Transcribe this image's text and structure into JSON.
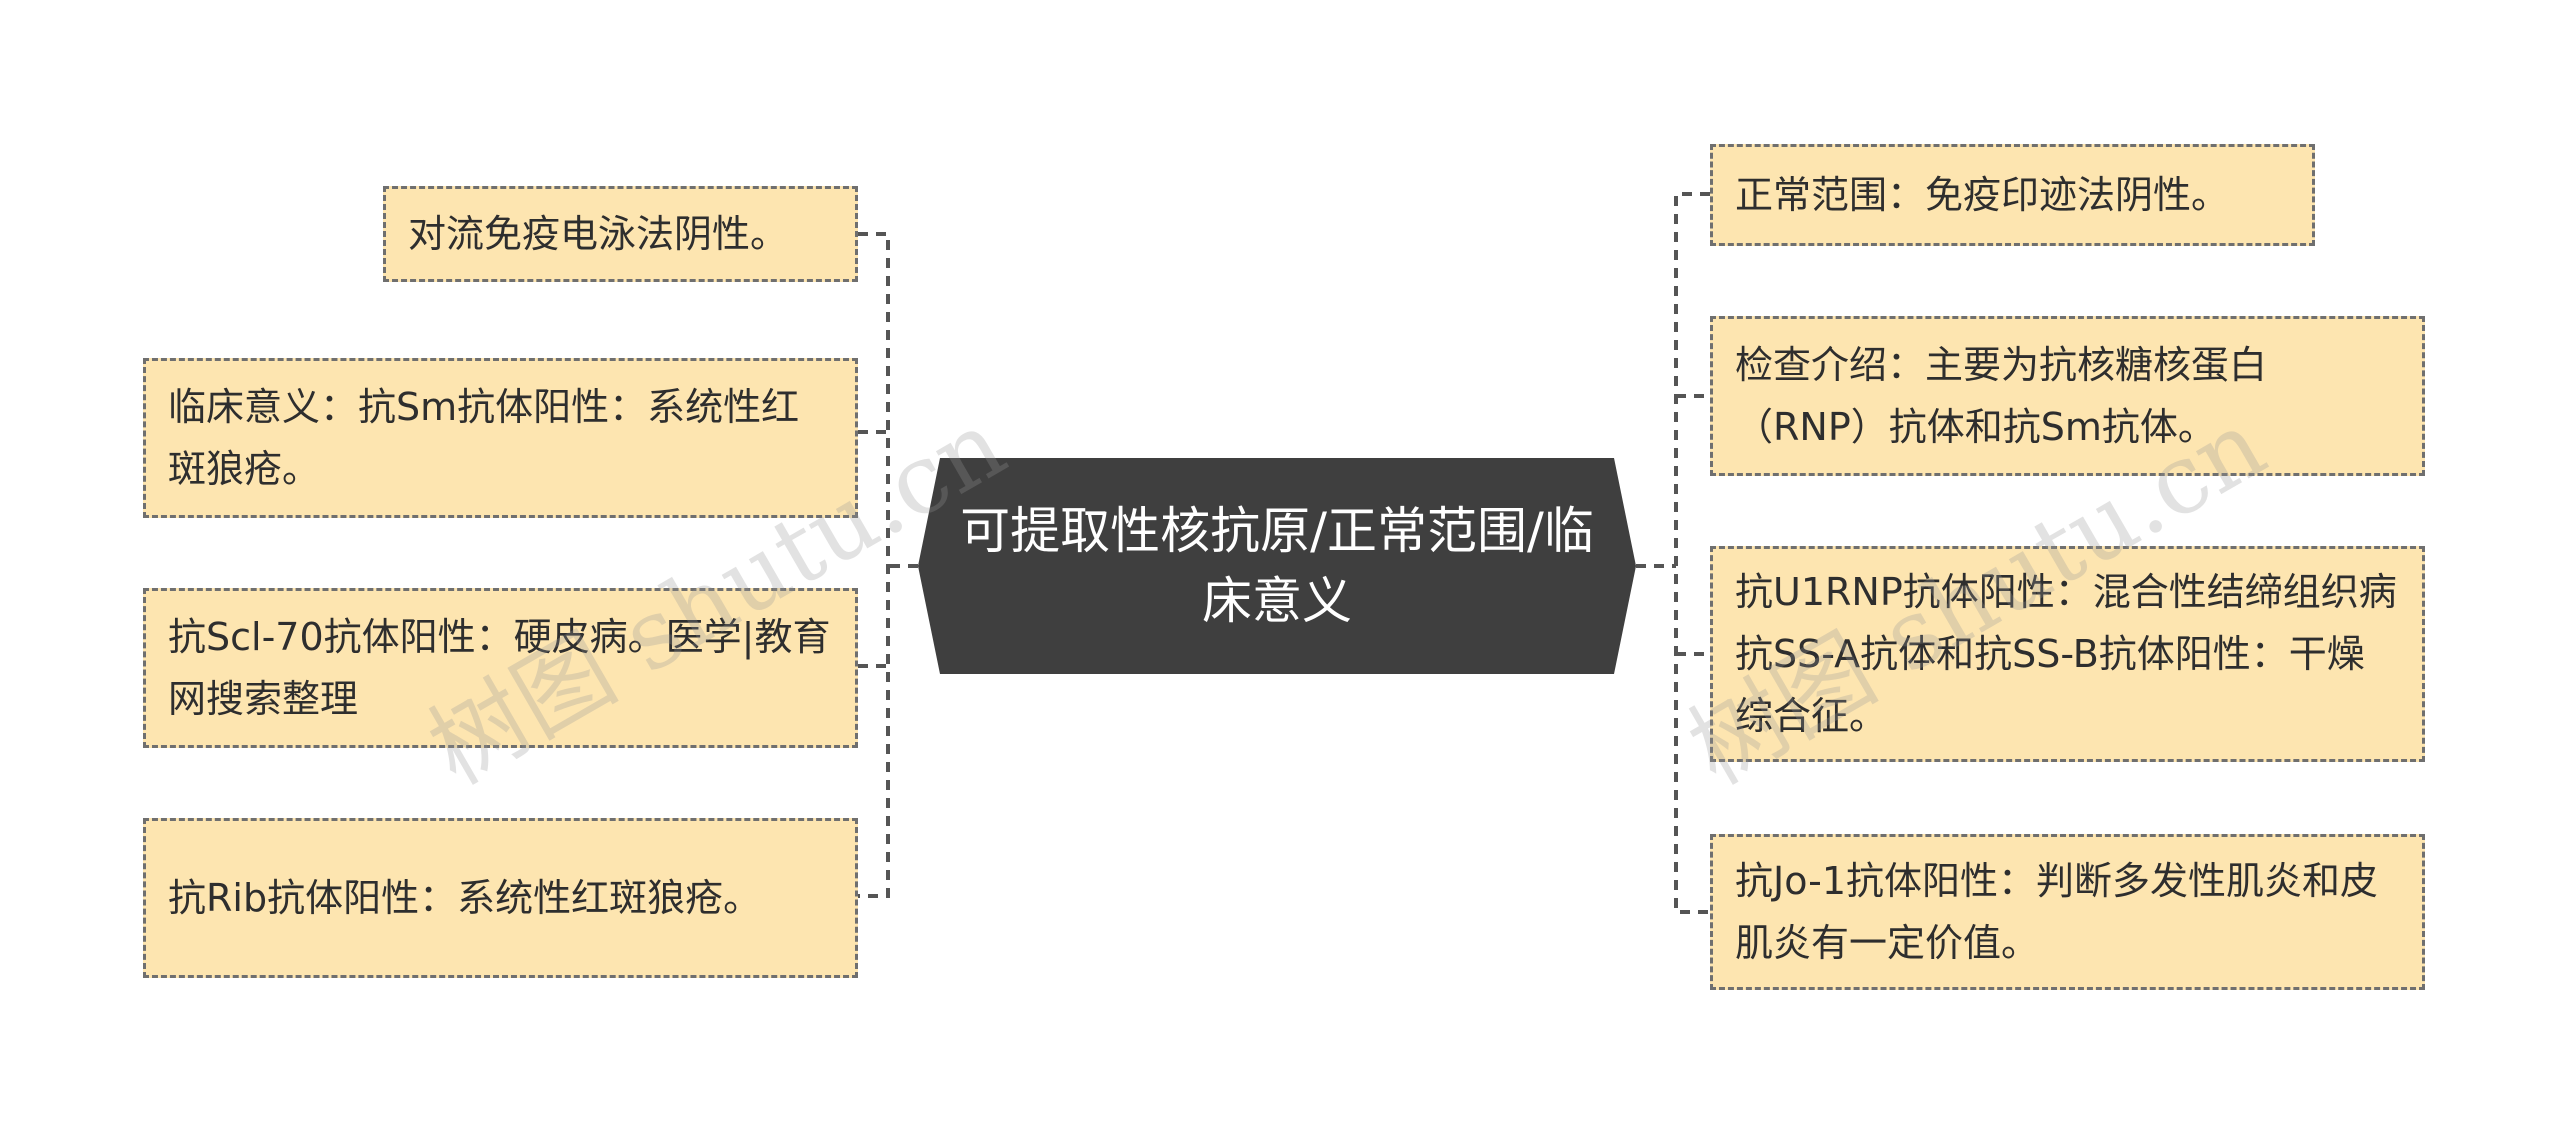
{
  "center": {
    "title": "可提取性核抗原/正常范围/临床意义"
  },
  "left_nodes": [
    {
      "text": "对流免疫电泳法阴性。"
    },
    {
      "text": "临床意义：抗Sm抗体阳性：系统性红斑狼疮。"
    },
    {
      "text": "抗Scl-70抗体阳性：硬皮病。医学|教育网搜索整理"
    },
    {
      "text": "抗Rib抗体阳性：系统性红斑狼疮。"
    }
  ],
  "right_nodes": [
    {
      "text": "正常范围：免疫印迹法阴性。"
    },
    {
      "text": "检查介绍：主要为抗核糖核蛋白（RNP）抗体和抗Sm抗体。"
    },
    {
      "text": "抗U1RNP抗体阳性：混合性结缔组织病抗SS-A抗体和抗SS-B抗体阳性：干燥综合征。"
    },
    {
      "text": "抗Jo-1抗体阳性：判断多发性肌炎和皮肌炎有一定价值。"
    }
  ],
  "watermark": {
    "text": "树图 shutu.cn"
  },
  "colors": {
    "center_fill": "#3f3f3f",
    "node_fill": "#fde5b0",
    "node_border": "#6f6f6f",
    "connector": "#555555"
  }
}
